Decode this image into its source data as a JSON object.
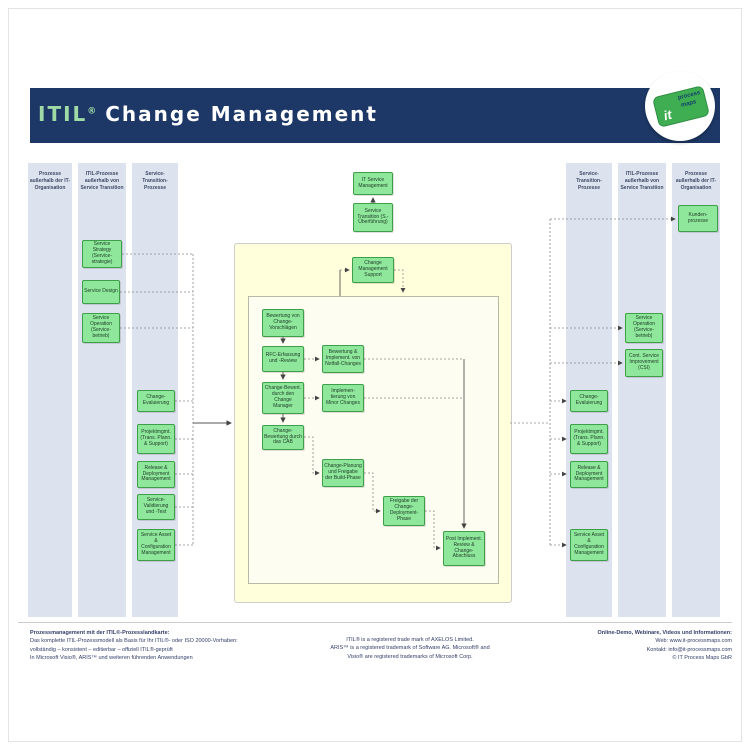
{
  "header": {
    "title_itil": "ITIL",
    "title_reg": "®",
    "title_rest": "Change Management"
  },
  "logo": {
    "it": "it",
    "process": "process",
    "maps": "maps"
  },
  "lanes": {
    "left": [
      {
        "label": "Prozesse außerhalb der IT-Organisation"
      },
      {
        "label": "ITIL-Prozesse außerhalb von Service Transition"
      },
      {
        "label": "Service-Transition-Prozesse"
      }
    ],
    "right": [
      {
        "label": "Service-Transition-Prozesse"
      },
      {
        "label": "ITIL-Prozesse außerhalb von Service Transition"
      },
      {
        "label": "Prozesse außerhalb der IT-Organisation"
      }
    ]
  },
  "nodes": {
    "it_service_management": "IT Service Management",
    "service_transition": "Service Transition (S.-Überführung)",
    "change_management_support": "Change Management Support",
    "bewertung_vorschlaege": "Bewertung von Change-Vorschlägen",
    "rfc_erfassung": "RFC-Erfassung und -Review",
    "change_bewert_manager": "Change-Bewert. durch den Change Manager",
    "change_bewertung_cab": "Change-Bewertung durch das CAB",
    "bewertung_notfall": "Bewertung & Implement. von Notfall-Changes",
    "impl_minor": "Implemen-tierung von Minor Changes",
    "change_planung_build": "Change-Planung und Freigabe der Build-Phase",
    "freigabe_deployment": "Freigabe der Change-Deployment-Phase",
    "post_implement": "Post Implement. Review & Change-Abschluss",
    "service_strategy": "Service Strategy (Service-strategie)",
    "service_design": "Service Design",
    "service_operation_left": "Service Operation (Service-betrieb)",
    "change_evaluierung_left": "Change-Evaluierung",
    "projektmgmt_left": "Projektmgmt. (Trans. Plann. & Support)",
    "release_deployment_left": "Release & Deployment Management",
    "service_validierung": "Service-Validierung und -Test",
    "service_asset_left": "Service Asset & Configuration Management",
    "change_evaluierung_right": "Change-Evaluierung",
    "projektmgmt_right": "Projektmgmt. (Trans. Plann. & Support)",
    "release_deployment_right": "Release & Deployment Management",
    "service_asset_right": "Service Asset & Configuration Management",
    "service_operation_right": "Service Operation (Service-betrieb)",
    "csi": "Cont. Service Improvement (CSI)",
    "kundenprozesse": "Kunden-prozesse"
  },
  "footer": {
    "left": {
      "line1": "Prozessmanagement  mit der ITIL®-Prozesslandkarte:",
      "line2": "Das komplette  ITIL-Prozessmodell als Basis für Ihr ITIL®- oder ISO 20000-Vorhaben:",
      "line3": "vollständig – konsistent – editierbar – offiziell ITIL®-geprüft",
      "line4": "In Microsoft Visio®, ARIS™ und weiteren führenden Anwendungen"
    },
    "center": {
      "line1": "ITIL® is a registered trade mark of AXELOS Limited.",
      "line2": "ARIS™ is a  registered trademark of Software AG. Microsoft® and",
      "line3": "Visio® are registered trademarks of Microsoft Corp."
    },
    "right": {
      "line1": "Online-Demo,  Webinare,  Videos und Informationen:",
      "line2": "Web: www.it-processmaps.com",
      "line3": "Kontakt: info@it-processmaps.com",
      "line4": "© IT Process Maps GbR"
    }
  },
  "colors": {
    "header_bg": "#1d3866",
    "title_itil_green": "#9fd9a5",
    "lane_bg": "#dde3ee",
    "node_fill": "#8ee79a",
    "node_border": "#3f9e49",
    "pool_fill": "#ffffdc",
    "inner_fill": "#fdfdf2",
    "logo_green": "#3fae52"
  }
}
